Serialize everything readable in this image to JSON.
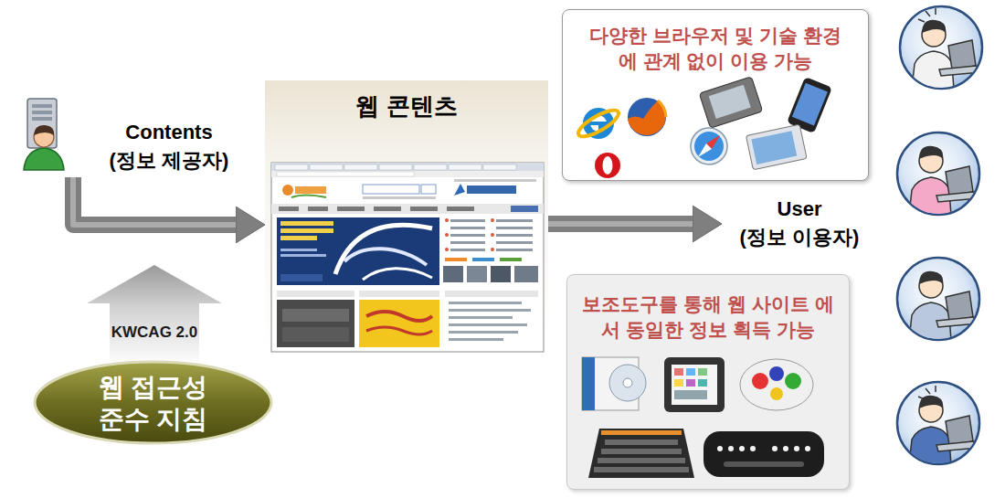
{
  "diagram": {
    "nodes": [
      {
        "text": [
          "Contents",
          "(정보 제공자)"
        ]
      },
      {
        "text": [
          "웹 콘텐츠"
        ]
      },
      {
        "text": [
          "User",
          "(정보 이용자)"
        ]
      },
      {
        "text": [
          "다양한 브라우저 및 기술 환경에 관계 없이 이용 가능"
        ]
      },
      {
        "text": [
          "보조도구를 통해 웹 사이트 에서 동일한 정보 획득 가능"
        ]
      },
      {
        "text": [
          "웹 접근성 준수 지침"
        ]
      }
    ],
    "edges": [
      {
        "from": 0,
        "to": 1,
        "arrow": "to"
      },
      {
        "from": 1,
        "to": 2,
        "arrow": "to"
      }
    ],
    "labels": [
      "KWCAG 2.0"
    ]
  }
}
